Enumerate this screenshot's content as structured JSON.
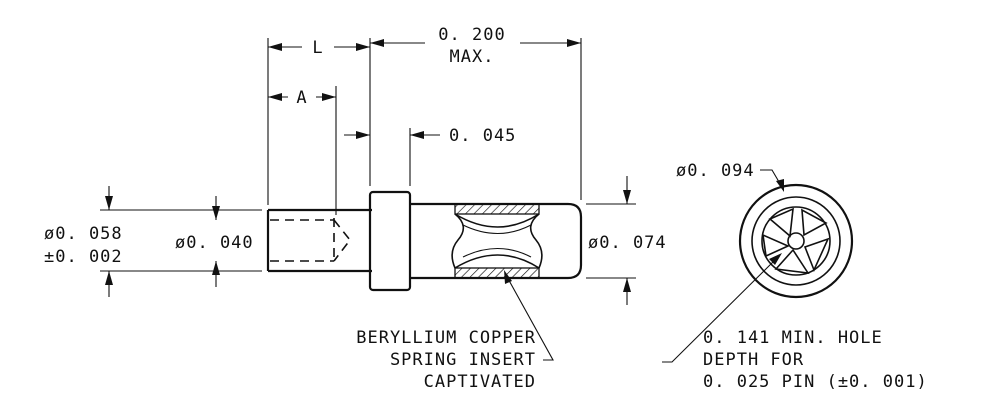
{
  "dimensions": {
    "length_label": "L",
    "length_a_label": "A",
    "overall_length": [
      "0. 200",
      "MAX."
    ],
    "head_thickness": "0. 045",
    "pin_diameter": "ø0. 058",
    "pin_tolerance": "±0. 002",
    "pin_bore": "ø0. 040",
    "sleeve_diameter": "ø0. 074",
    "head_diameter": "ø0. 094"
  },
  "notes": {
    "insert": [
      "BERYLLIUM COPPER",
      "SPRING INSERT",
      "CAPTIVATED"
    ],
    "hole": [
      "0. 141 MIN.  HOLE",
      "DEPTH FOR",
      "0. 025 PIN (±0. 001)"
    ]
  }
}
